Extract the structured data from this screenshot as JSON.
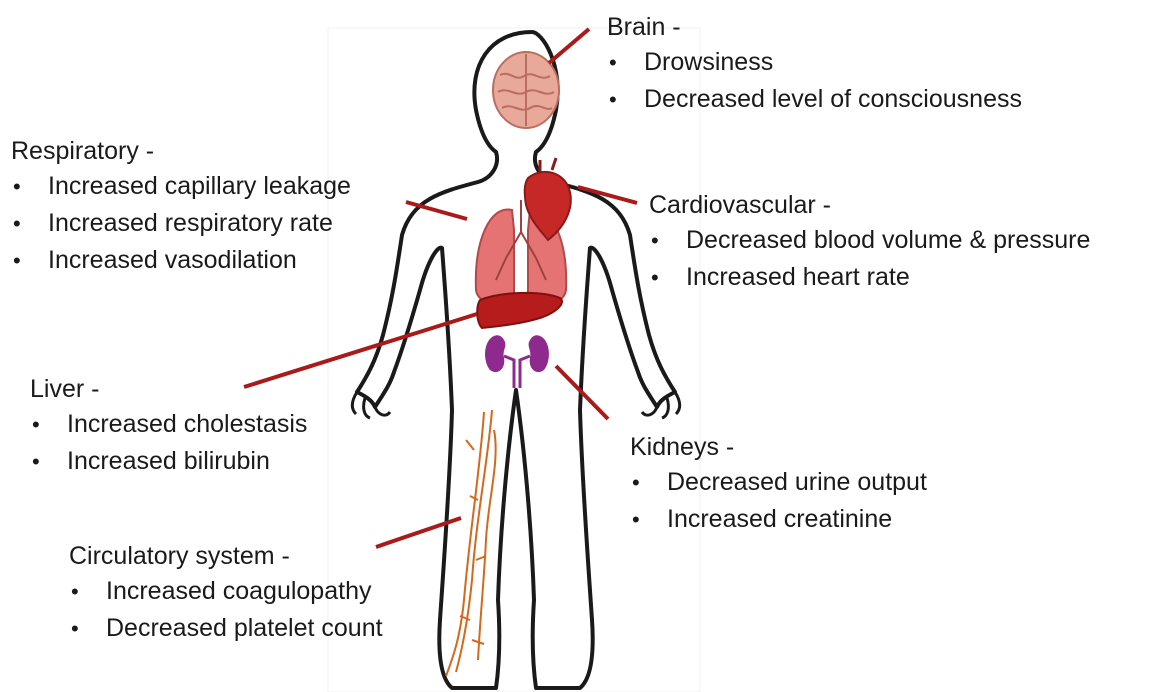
{
  "colors": {
    "leader_line": "#a91b1b",
    "body_outline": "#1a1a1a",
    "brain": "#e8a89a",
    "heart": "#c62828",
    "lungs": "#e57373",
    "liver": "#b71c1c",
    "kidneys": "#8e2a8e",
    "vessels": "#d2691e"
  },
  "regions": {
    "brain": {
      "title": "Brain -",
      "items": [
        "Drowsiness",
        "Decreased level of consciousness"
      ]
    },
    "respiratory": {
      "title": "Respiratory -",
      "items": [
        "Increased capillary leakage",
        "Increased respiratory rate",
        "Increased vasodilation"
      ]
    },
    "cardiovascular": {
      "title": "Cardiovascular -",
      "items": [
        "Decreased blood volume & pressure",
        "Increased heart rate"
      ]
    },
    "liver": {
      "title": "Liver -",
      "items": [
        "Increased cholestasis",
        "Increased bilirubin"
      ]
    },
    "kidneys": {
      "title": "Kidneys -",
      "items": [
        "Decreased urine output",
        "Increased creatinine"
      ]
    },
    "circulatory": {
      "title": "Circulatory system -",
      "items": [
        "Increased coagulopathy",
        "Decreased platelet count"
      ]
    }
  }
}
